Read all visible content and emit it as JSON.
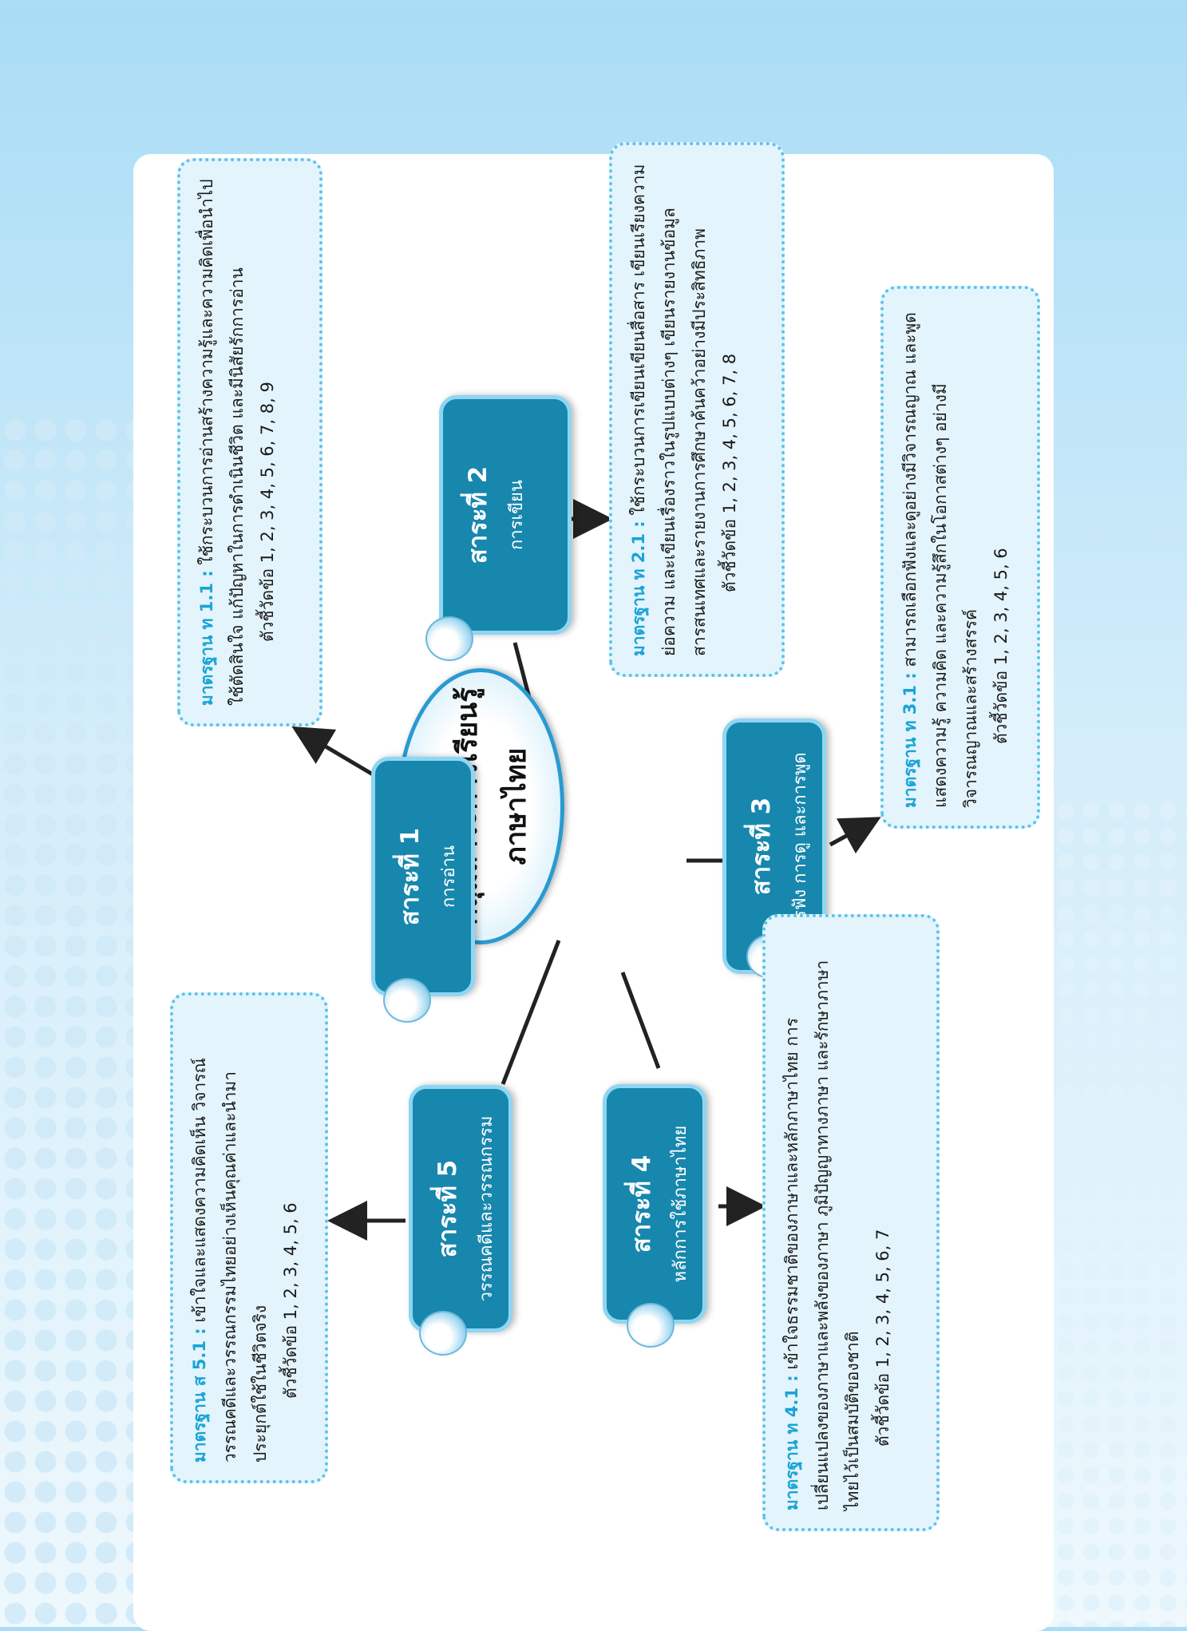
{
  "center": {
    "line1": "กลุ่มสาระการเรียนรู้",
    "line2": "ภาษาไทย"
  },
  "nodes": [
    {
      "title": "สาระที่ 1",
      "subtitle": "การอ่าน"
    },
    {
      "title": "สาระที่ 2",
      "subtitle": "การเขียน"
    },
    {
      "title": "สาระที่ 3",
      "subtitle": "การฟัง การดู และการพูด"
    },
    {
      "title": "สาระที่ 4",
      "subtitle": "หลักการใช้ภาษาไทย"
    },
    {
      "title": "สาระที่ 5",
      "subtitle": "วรรณคดีและวรรณกรรม"
    }
  ],
  "standards": [
    {
      "label": "มาตรฐาน ท 1.1 :",
      "text": "ใช้กระบวนการอ่านสร้างความรู้และความคิดเพื่อนำไปใช้ตัดสินใจ แก้ปัญหาในการดำเนินชีวิต และมีนิสัยรักการอ่าน",
      "indicators": "ตัวชี้วัดข้อ 1, 2, 3, 4, 5, 6, 7, 8, 9"
    },
    {
      "label": "มาตรฐาน ท 2.1 :",
      "text": "ใช้กระบวนการเขียนเขียนสื่อสาร เขียนเรียงความ ย่อความ และเขียนเรื่องราวในรูปแบบต่างๆ เขียนรายงานข้อมูลสารสนเทศและรายงานการศึกษาค้นคว้าอย่างมีประสิทธิภาพ",
      "indicators": "ตัวชี้วัดข้อ 1, 2, 3, 4, 5, 6, 7, 8"
    },
    {
      "label": "มาตรฐาน ท 3.1 :",
      "text": "สามารถเลือกฟังและดูอย่างมีวิจารณญาณ และพูดแสดงความรู้ ความคิด และความรู้สึกในโอกาสต่างๆ อย่างมีวิจารณญาณและสร้างสรรค์",
      "indicators": "ตัวชี้วัดข้อ 1, 2, 3, 4, 5, 6"
    },
    {
      "label": "มาตรฐาน ท 4.1 :",
      "text": "เข้าใจธรรมชาติของภาษาและหลักภาษาไทย การเปลี่ยนแปลงของภาษาและพลังของภาษา ภูมิปัญญาทางภาษา และรักษาภาษาไทยไว้เป็นสมบัติของชาติ",
      "indicators": "ตัวชี้วัดข้อ 1, 2, 3, 4, 5, 6, 7"
    },
    {
      "label": "มาตรฐาน ส 5.1 :",
      "text": "เข้าใจและแสดงความคิดเห็น วิจารณ์วรรณคดีและวรรณกรรมไทยอย่างเห็นคุณค่าและนำมาประยุกต์ใช้ในชีวิตจริง",
      "indicators": "ตัวชี้วัดข้อ 1, 2, 3, 4, 5, 6"
    }
  ],
  "colors": {
    "node": "#1787ad",
    "node_border": "#8ed6f3",
    "label": "#1aa3d6",
    "box_border": "#5bc3ea",
    "box_bg": "#e3f4fc"
  }
}
